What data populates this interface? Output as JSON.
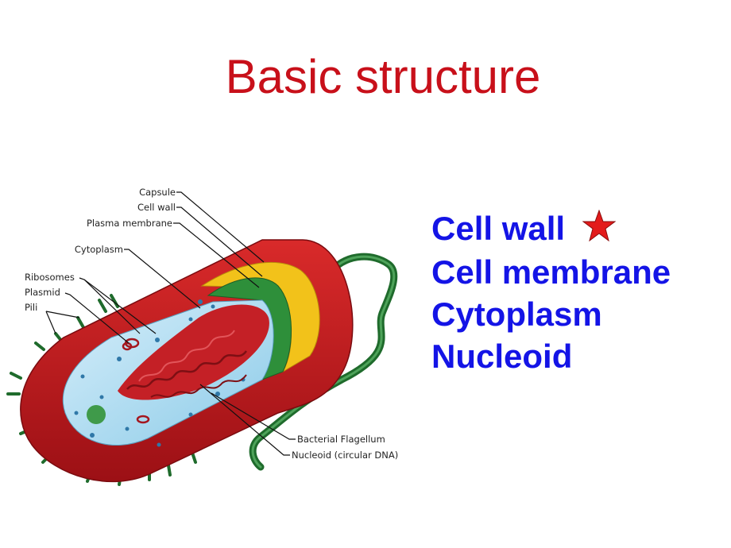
{
  "slide": {
    "title": "Basic structure"
  },
  "diagram": {
    "labels": {
      "capsule": "Capsule",
      "cell_wall": "Cell wall",
      "plasma_membrane": "Plasma membrane",
      "cytoplasm": "Cytoplasm",
      "ribosomes": "Ribosomes",
      "plasmid": "Plasmid",
      "pili": "Pili",
      "flagellum": "Bacterial Flagellum",
      "nucleoid": "Nucleoid (circular DNA)"
    }
  },
  "list": {
    "items": [
      "Cell wall",
      "Cell membrane",
      "Cytoplasm",
      "Nucleoid"
    ],
    "star_icon": "red-star-icon"
  },
  "colors": {
    "title": "#c8101a",
    "list_text": "#1414e6",
    "star": "#e31b1b",
    "capsule": "#b8161b",
    "cell_wall": "#f2c21a",
    "plasma_membrane": "#2e8f3a",
    "cytoplasm": "#a9d9f0",
    "dna": "#a4161e",
    "pili": "#1f6b2c"
  }
}
